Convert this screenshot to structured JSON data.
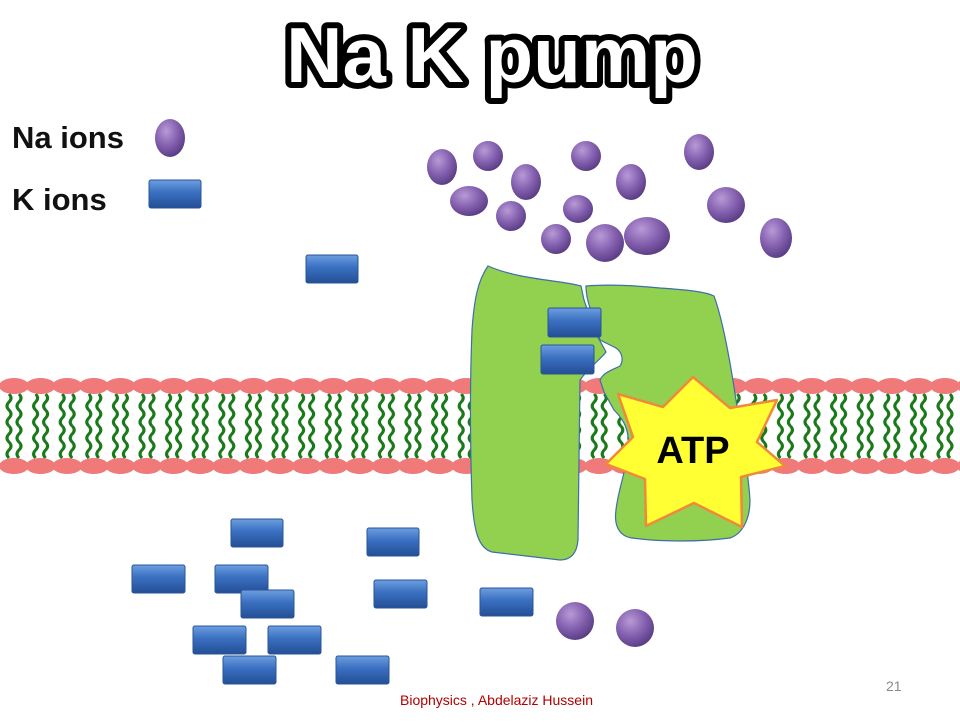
{
  "title": "Na K pump",
  "legend": {
    "na_label": "Na ions",
    "k_label": "K ions"
  },
  "atp_label": "ATP",
  "footer": {
    "credit": "Biophysics , Abdelaziz  Hussein",
    "page_number": "21"
  },
  "colors": {
    "na_ion": "#7d58a6",
    "k_ion": "#3c6fba",
    "membrane_head": "#f07a7a",
    "membrane_tail": "#1a7a1a",
    "pump_protein": "#92d050",
    "atp_star": "#ffff33",
    "atp_star_border": "#f08a3a"
  }
}
